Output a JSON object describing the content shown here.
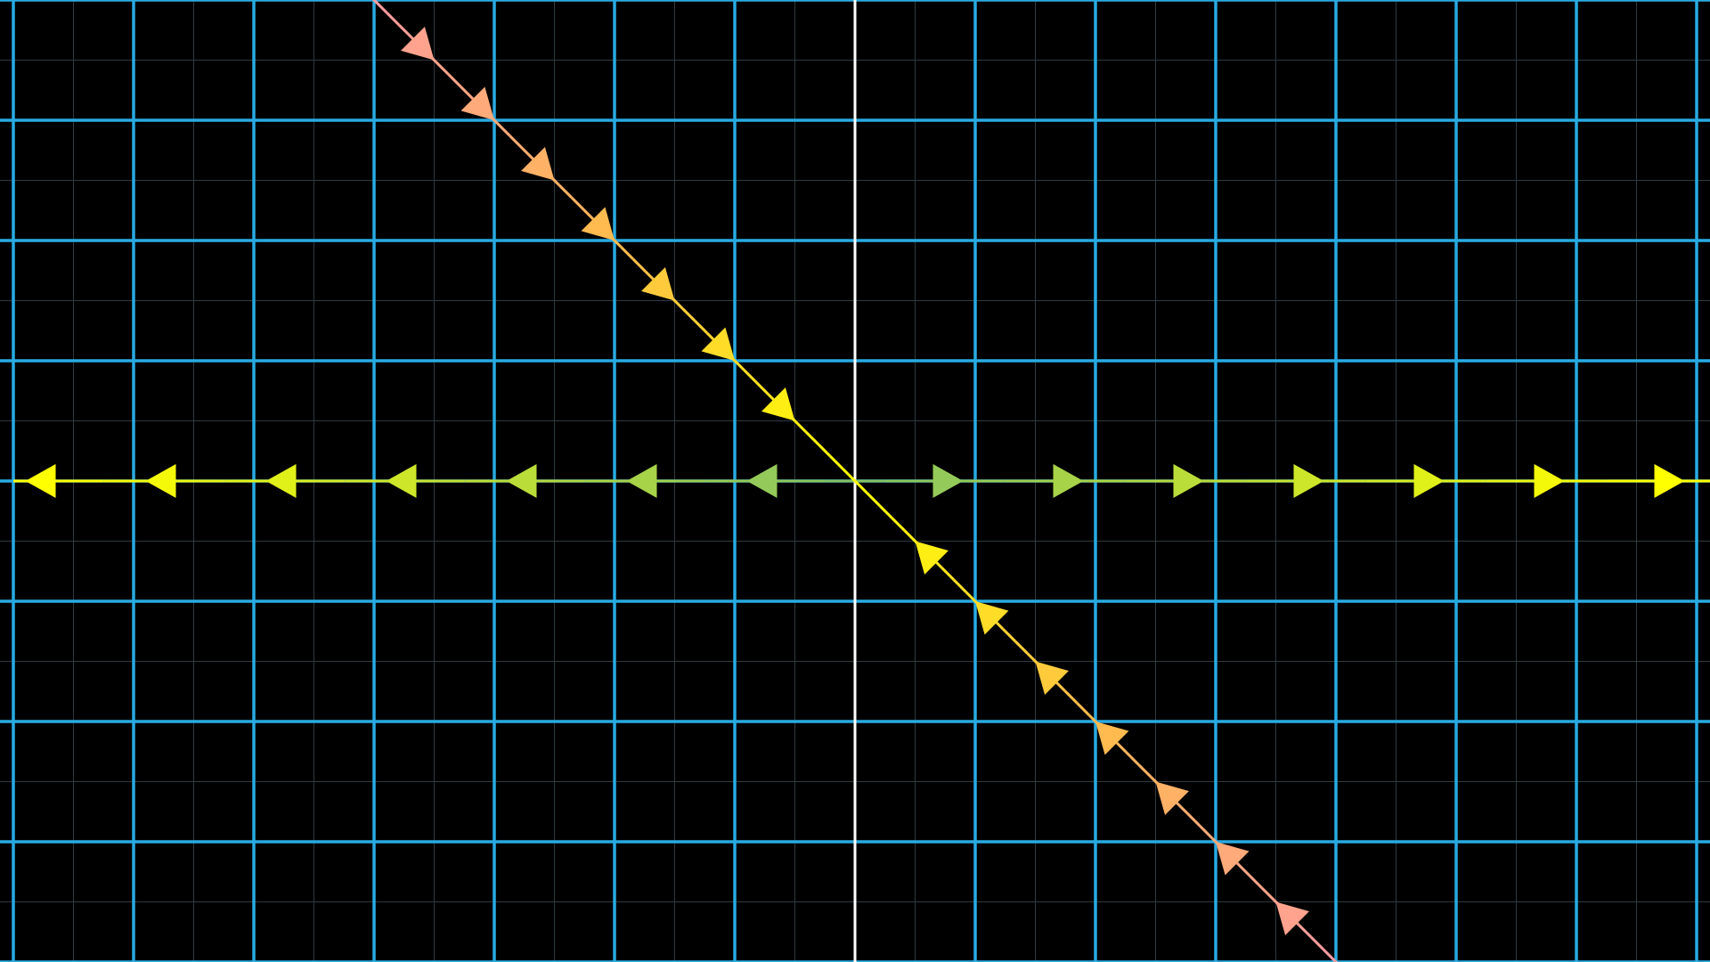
{
  "colors": {
    "background": "#000000",
    "major_grid": "#29ABE2",
    "minor_grid": "#2E3A40",
    "vertical_axis": "#FFFFFF"
  },
  "grid": {
    "x_range": [
      -7,
      7
    ],
    "y_range": [
      -4,
      4
    ],
    "major_step": 1,
    "minor_step": 0.5,
    "y_axis_visible": true,
    "x_axis_visible": false
  },
  "lines": [
    {
      "id": "horizontal-eigenline",
      "direction": [
        1,
        0
      ],
      "arrow_spacing": 1,
      "arrow_offset": 0.9,
      "arrow_direction": "outward",
      "color_near_origin": "#83C167",
      "color_far": "#FFFF00"
    },
    {
      "id": "diagonal-eigenline",
      "direction": [
        1,
        -1
      ],
      "arrow_spacing": 0.5,
      "arrow_offset": 0.5,
      "arrow_direction": "inward",
      "color_near_origin": "#FFFF00",
      "color_mid": "#FFB852",
      "color_far": "#FF9AA8"
    }
  ]
}
